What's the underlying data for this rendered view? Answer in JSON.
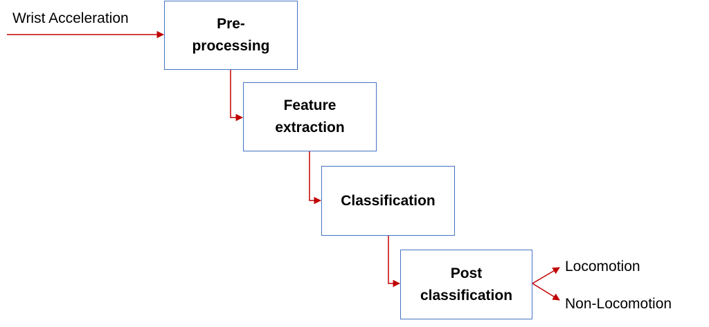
{
  "diagram": {
    "input_label": "Wrist Acceleration",
    "steps": [
      {
        "line1": "Pre-",
        "line2": "processing"
      },
      {
        "line1": "Feature",
        "line2": "extraction"
      },
      {
        "line1": "Classification"
      },
      {
        "line1": "Post",
        "line2": "classification"
      }
    ],
    "outputs": [
      "Locomotion",
      "Non-Locomotion"
    ],
    "colors": {
      "box_border": "#4472C4",
      "arrow": "#C00000"
    }
  }
}
